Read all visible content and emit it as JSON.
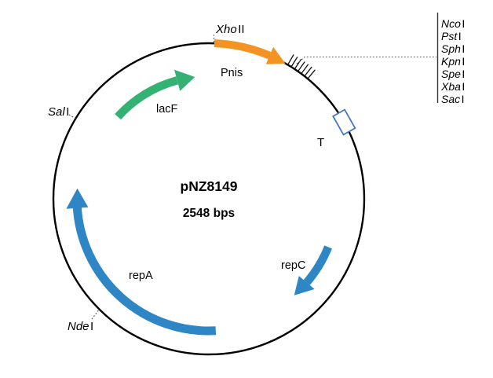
{
  "plasmid": {
    "name": "pNZ8149",
    "size": "2548 bps"
  },
  "genes": {
    "pnis": {
      "label": "Pnis"
    },
    "lacf": {
      "label": "lacF"
    },
    "repa": {
      "label": "repA"
    },
    "repc": {
      "label": "repC"
    }
  },
  "terminator": {
    "label": "T"
  },
  "restriction_sites": {
    "xhoii": {
      "prefix": "Xho",
      "suffix": "II"
    },
    "sali": {
      "prefix": "Sal",
      "suffix": "I"
    },
    "ndei": {
      "prefix": "Nde",
      "suffix": "I"
    }
  },
  "mcs_sites": [
    {
      "prefix": "Nco",
      "suffix": "I"
    },
    {
      "prefix": "Pst",
      "suffix": "I"
    },
    {
      "prefix": "Sph",
      "suffix": "I"
    },
    {
      "prefix": "Kpn",
      "suffix": "I"
    },
    {
      "prefix": "Spe",
      "suffix": "I"
    },
    {
      "prefix": "Xba",
      "suffix": "I"
    },
    {
      "prefix": "Sac",
      "suffix": "I"
    }
  ],
  "colors": {
    "backbone": "#000000",
    "pnis_arrow": "#F39422",
    "lacf_arrow": "#33B273",
    "rep_arrow": "#2E86C5",
    "terminator_outline": "#4674C9"
  }
}
